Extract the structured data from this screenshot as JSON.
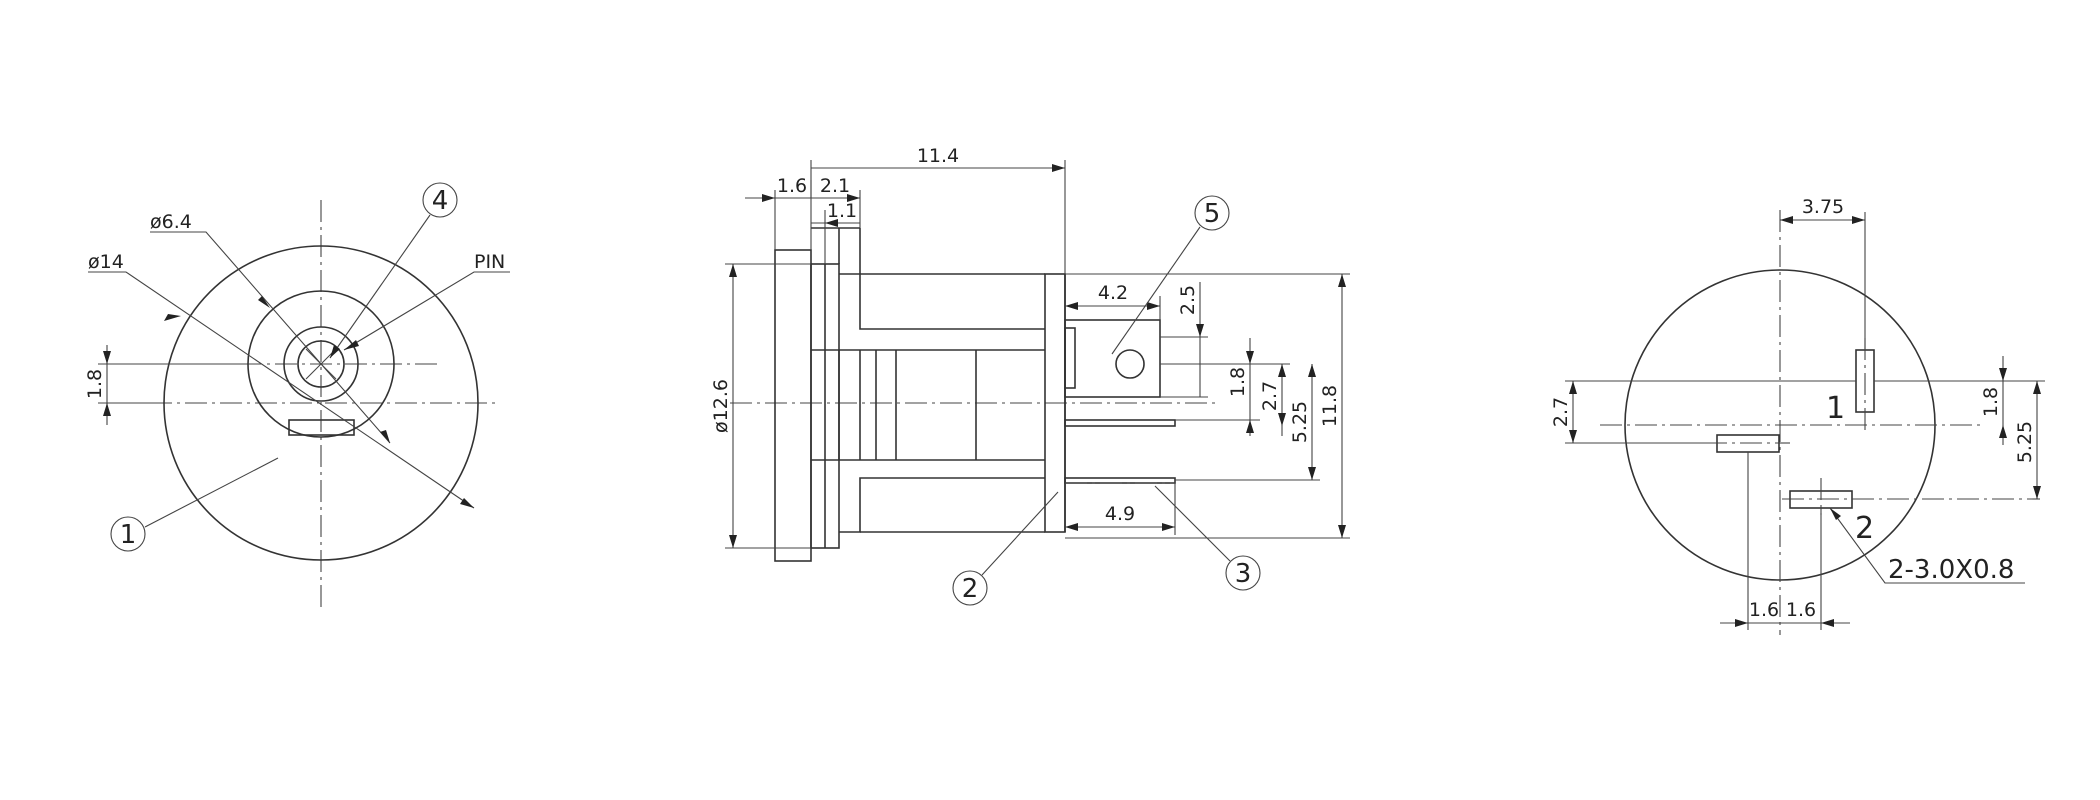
{
  "colors": {
    "line": "#333333",
    "text": "#222222",
    "background": "#ffffff"
  },
  "left_view": {
    "dim_phi14": "ø14",
    "dim_phi6_4": "ø6.4",
    "pin_label": "PIN",
    "dim_1_8": "1.8",
    "balloon_1": "1",
    "balloon_4": "4"
  },
  "side_view": {
    "dim_11_4": "11.4",
    "dim_1_6": "1.6",
    "dim_2_1": "2.1",
    "dim_1_1": "1.1",
    "dim_4_2": "4.2",
    "dim_2_5": "2.5",
    "dim_1_8": "1.8",
    "dim_2_7": "2.7",
    "dim_5_25": "5.25",
    "dim_11_8": "11.8",
    "dim_phi12_6": "ø12.6",
    "dim_4_9": "4.9",
    "balloon_2": "2",
    "balloon_3": "3",
    "balloon_5": "5"
  },
  "right_view": {
    "dim_3_75": "3.75",
    "dim_2_7": "2.7",
    "dim_1_8": "1.8",
    "dim_5_25": "5.25",
    "dim_1_6_a": "1.6",
    "dim_1_6_b": "1.6",
    "pin_label_1": "1",
    "pin_label_2": "2",
    "slot_spec": "2-3.0X0.8"
  }
}
